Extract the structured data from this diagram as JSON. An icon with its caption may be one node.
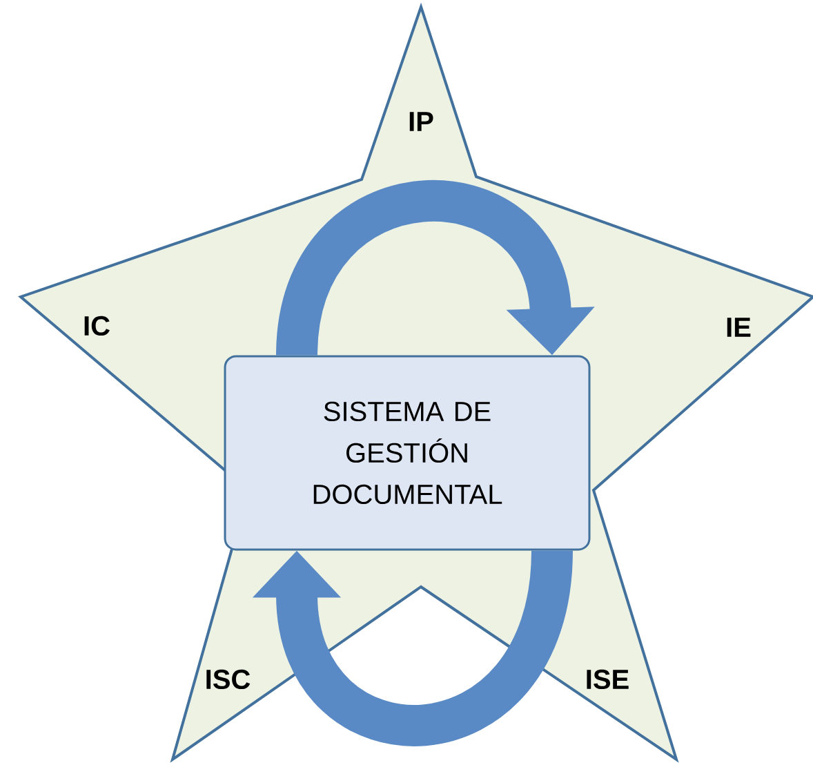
{
  "diagram": {
    "nodes": [
      {
        "text": [
          "IP",
          "IC",
          "IE",
          "ISC",
          "ISE"
        ]
      },
      {
        "text": [
          "SISTEMA DE GESTIÓN DOCUMENTAL"
        ],
        "in": 0
      }
    ],
    "edges": [
      {
        "from": 1,
        "to": 1,
        "arrow": "to"
      },
      {
        "from": 1,
        "to": 1,
        "arrow": "to"
      }
    ]
  }
}
